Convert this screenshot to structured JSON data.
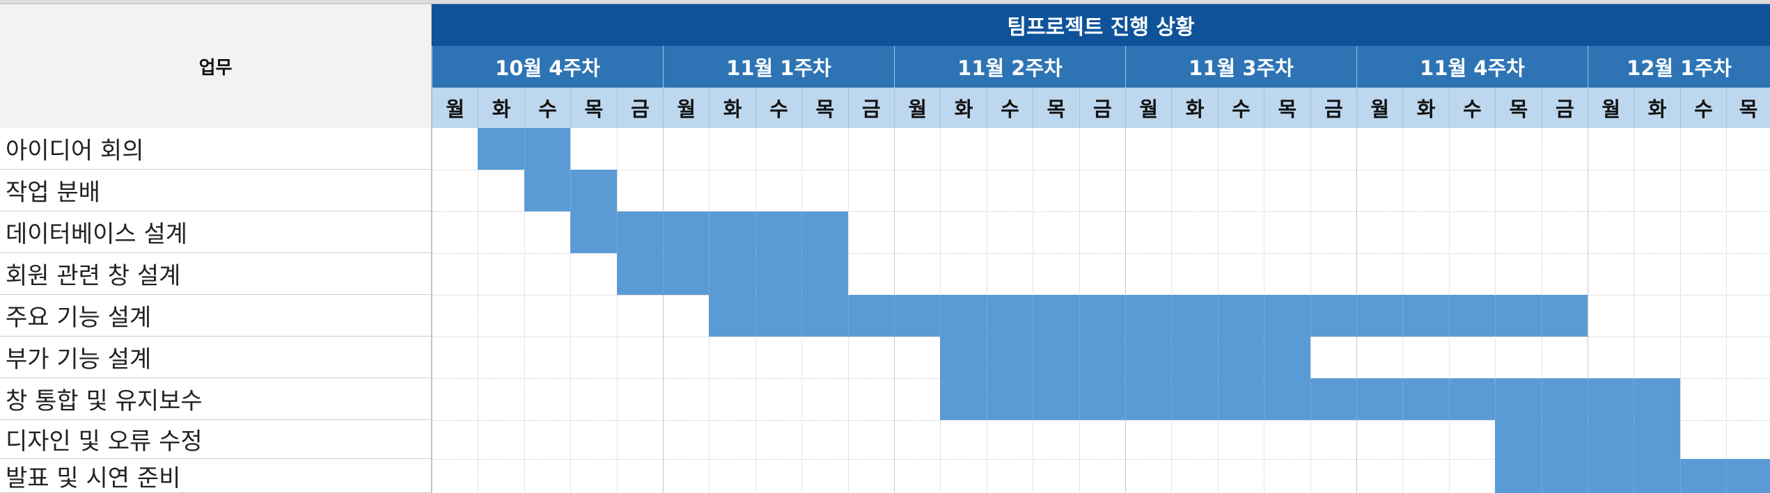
{
  "sheet": {
    "header_label": "업무",
    "title": "팀프로젝트 진행 상황",
    "weeks": [
      {
        "label": "10월 4주차"
      },
      {
        "label": "11월 1주차"
      },
      {
        "label": "11월 2주차"
      },
      {
        "label": "11월 3주차"
      },
      {
        "label": "11월 4주차"
      },
      {
        "label": "12월 1주차"
      }
    ],
    "days": [
      "월",
      "화",
      "수",
      "목",
      "금",
      "월",
      "화",
      "수",
      "목",
      "금",
      "월",
      "화",
      "수",
      "목",
      "금",
      "월",
      "화",
      "수",
      "목",
      "금",
      "월",
      "화",
      "수",
      "목",
      "금",
      "월",
      "화",
      "수",
      "목"
    ],
    "tasks": [
      {
        "label": "아이디어 회의",
        "start": 1,
        "end": 2
      },
      {
        "label": "작업 분배",
        "start": 2,
        "end": 3
      },
      {
        "label": "데이터베이스 설계",
        "start": 3,
        "end": 8
      },
      {
        "label": "회원 관련 창 설계",
        "start": 4,
        "end": 8
      },
      {
        "label": "주요 기능 설계",
        "start": 6,
        "end": 24
      },
      {
        "label": "부가 기능 설계",
        "start": 11,
        "end": 18
      },
      {
        "label": "창 통합 및 유지보수",
        "start": 11,
        "end": 26
      },
      {
        "label": "디자인 및 오류 수정",
        "start": 23,
        "end": 26
      },
      {
        "label": "발표 및 시연 준비",
        "start": 23,
        "end": 28
      }
    ],
    "colors": {
      "title_bg": "#0e539a",
      "week_bg": "#2e74b5",
      "day_bg": "#bdd7ee",
      "bar": "#5b9bd5"
    }
  }
}
